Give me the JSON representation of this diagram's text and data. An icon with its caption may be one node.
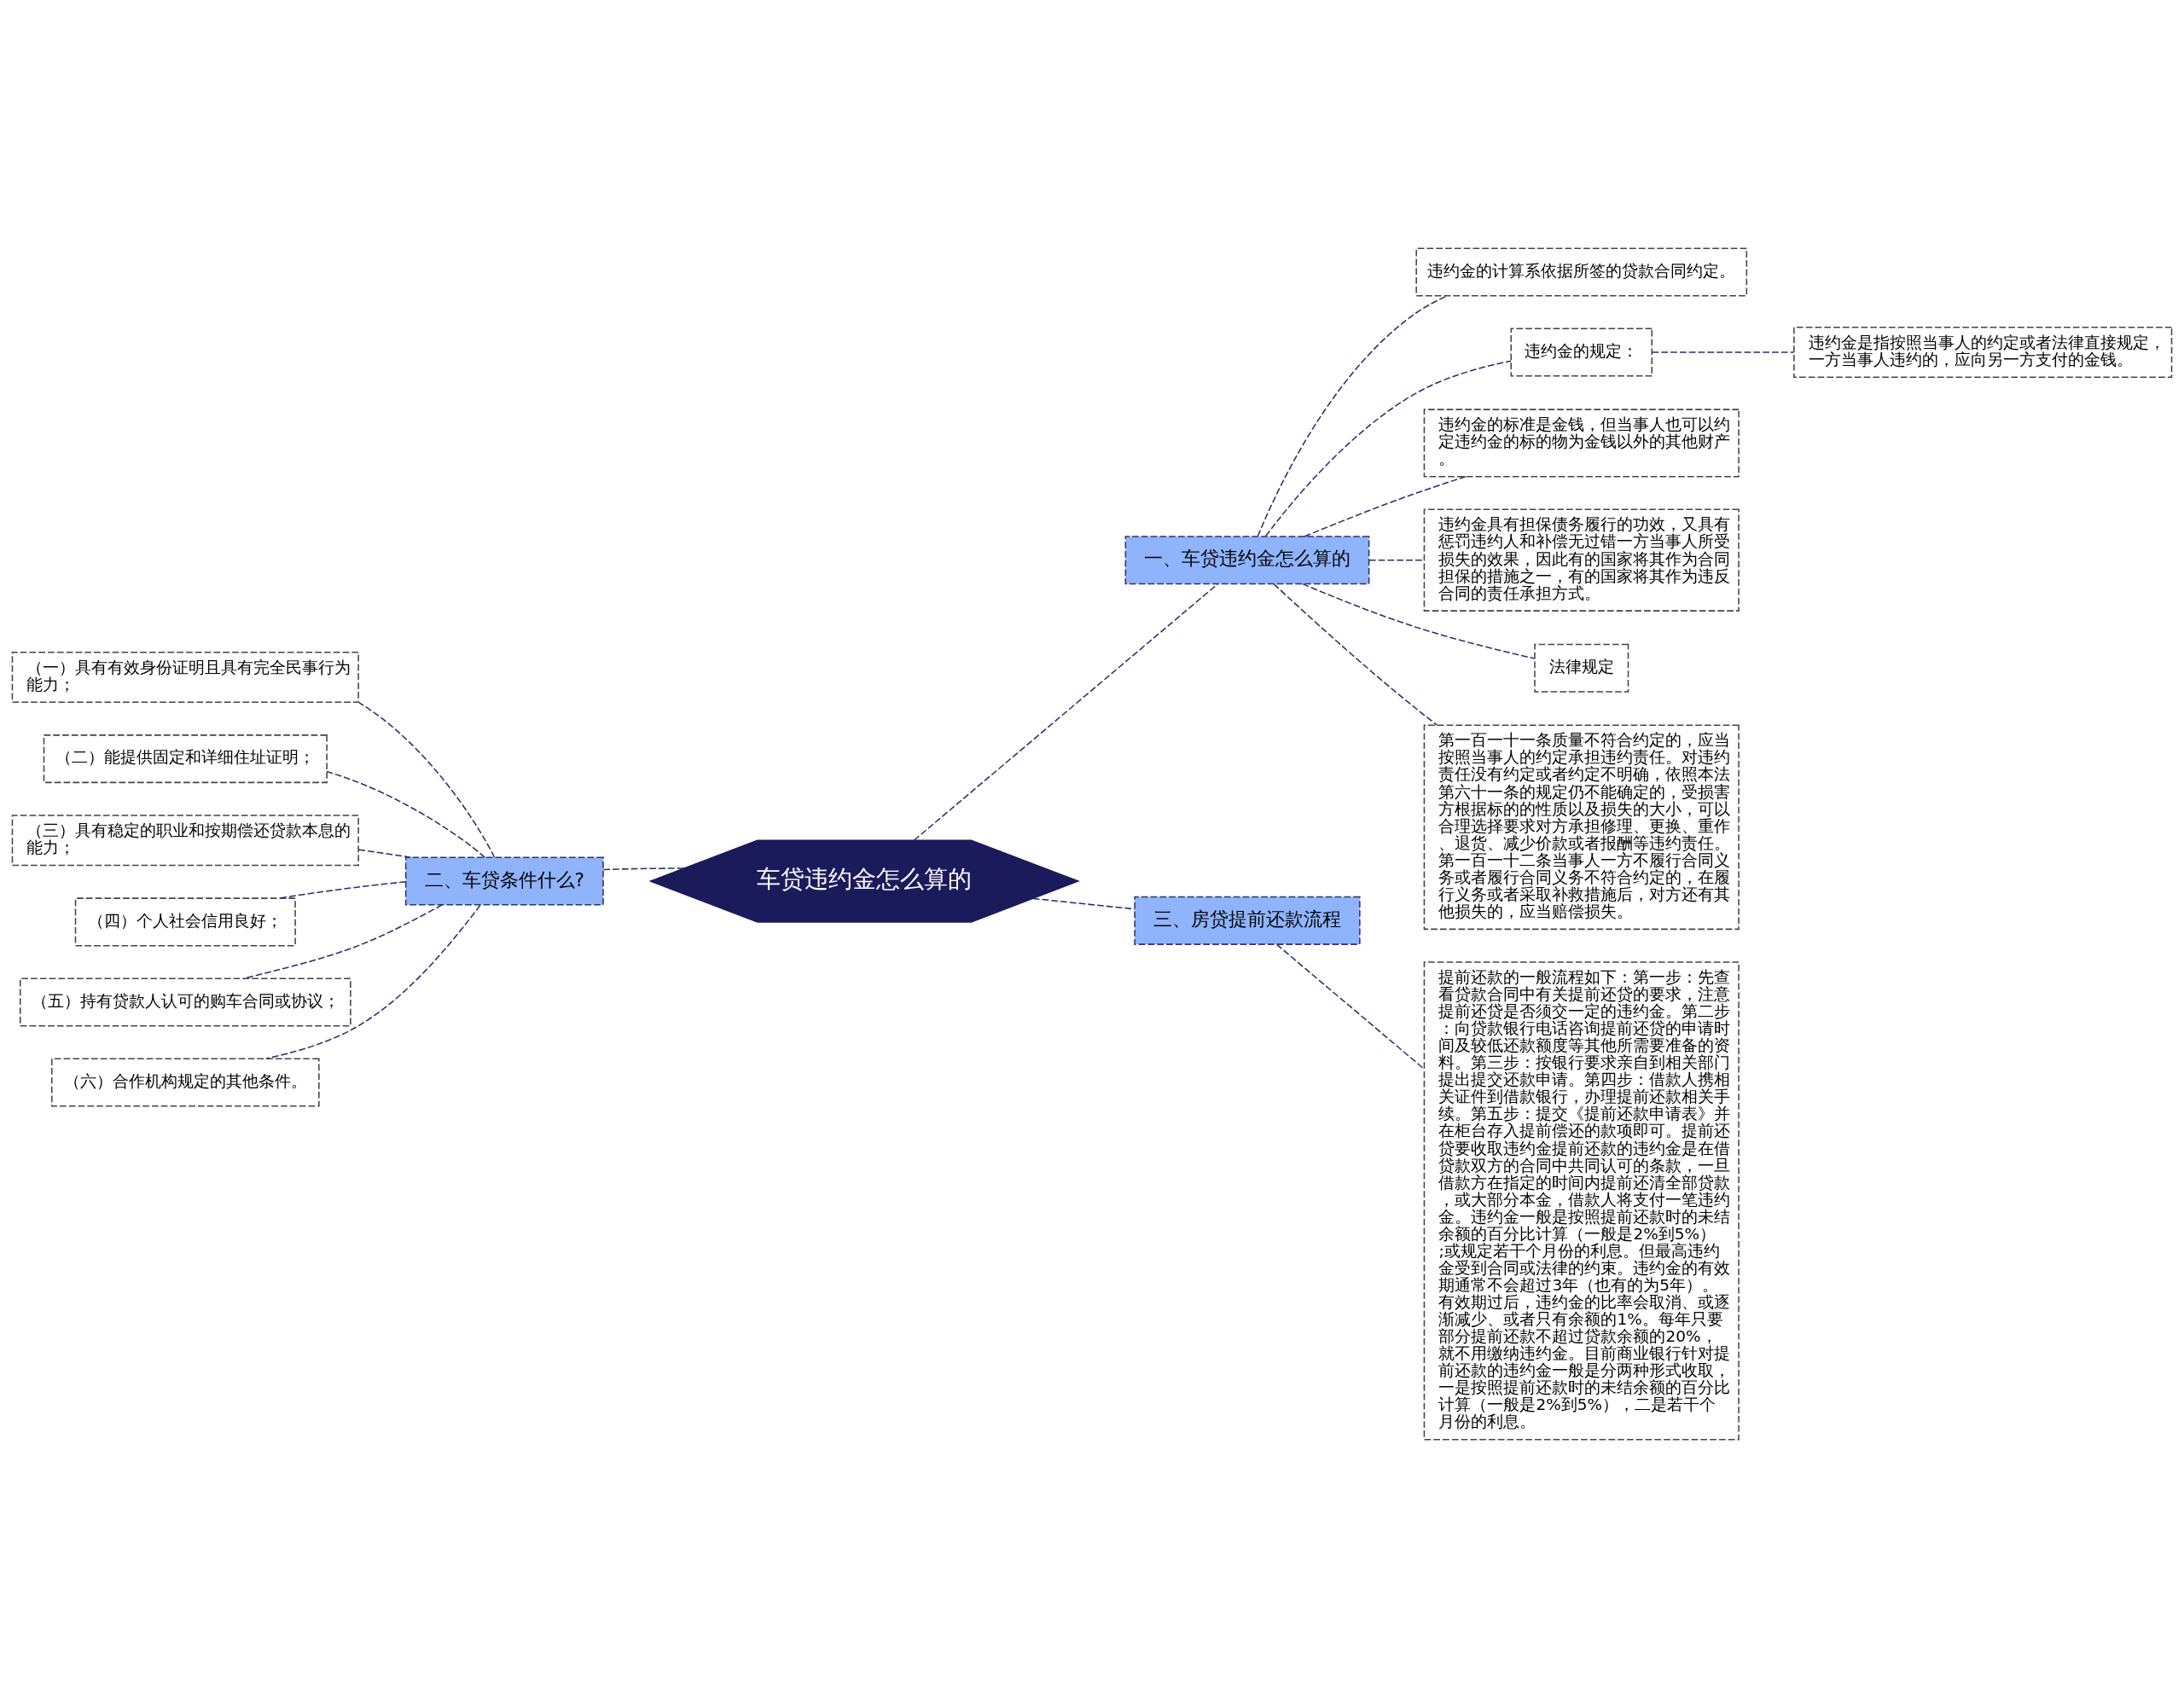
{
  "diagram": {
    "nodes": [
      {
        "text": [
          "车贷违约金怎么算的"
        ]
      },
      {
        "text": [
          "一、车贷违约金怎么算的"
        ]
      },
      {
        "text": [
          "违约金的计算系依据所签的贷款合同约定。"
        ]
      },
      {
        "text": [
          "违约金的规定："
        ]
      },
      {
        "text": [
          "违约金是指按照当事人的约定或者法律直接规定，一方当事人违约的，应向另一方支付的金钱。"
        ]
      },
      {
        "text": [
          "违约金的标准是金钱，但当事人也可以约定违约金的标的物为金钱以外的其他财产。"
        ]
      },
      {
        "text": [
          "违约金具有担保债务履行的功效，又具有惩罚违约人和补偿无过错一方当事人所受损失的效果，因此有的国家将其作为合同担保的措施之一，有的国家将其作为违反合同的责任承担方式。"
        ]
      },
      {
        "text": [
          "法律规定"
        ]
      },
      {
        "text": [
          "第一百一十一条质量不符合约定的，应当按照当事人的约定承担违约责任。对违约责任没有约定或者约定不明确，依照本法第六十一条的规定仍不能确定的，受损害方根据标的的性质以及损失的大小，可以合理选择要求对方承担修理、更换、重作、退货、减少价款或者报酬等违约责任。第一百一十二条当事人一方不履行合同义务或者履行合同义务不符合约定的，在履行义务或者采取补救措施后，对方还有其他损失的，应当赔偿损失。"
        ]
      },
      {
        "text": [
          "二、车贷条件什么?"
        ]
      },
      {
        "text": [
          "（一）具有有效身份证明且具有完全民事行为能力；"
        ]
      },
      {
        "text": [
          "（二）能提供固定和详细住址证明；"
        ]
      },
      {
        "text": [
          "（三）具有稳定的职业和按期偿还贷款本息的能力；"
        ]
      },
      {
        "text": [
          "（四）个人社会信用良好；"
        ]
      },
      {
        "text": [
          "（五）持有贷款人认可的购车合同或协议；"
        ]
      },
      {
        "text": [
          "（六）合作机构规定的其他条件。"
        ]
      },
      {
        "text": [
          "三、房贷提前还款流程"
        ]
      },
      {
        "text": [
          "提前还款的一般流程如下：第一步：先查看贷款合同中有关提前还贷的要求，注意提前还贷是否须交一定的违约金。第二步：向贷款银行电话咨询提前还贷的申请时间及较低还款额度等其他所需要准备的资料。第三步：按银行要求亲自到相关部门提出提交还款申请。第四步：借款人携相关证件到借款银行，办理提前还款相关手续。第五步：提交《提前还款申请表》并在柜台存入提前偿还的款项即可。提前还贷要收取违约金提前还款的违约金是在借贷款双方的合同中共同认可的条款，一旦借款方在指定的时间内提前还清全部贷款，或大部分本金，借款人将支付一笔违约金。违约金一般是按照提前还款时的未结余额的百分比计算（一般是2%到5%）;或规定若干个月份的利息。但最高违约金受到合同或法律的约束。违约金的有效期通常不会超过3年（也有的为5年）。有效期过后，违约金的比率会取消、或逐渐减少、或者只有余额的1%。每年只要部分提前还款不超过贷款余额的20%，就不用缴纳违约金。目前商业银行针对提前还款的违约金一般是分两种形式收取，一是按照提前还款时的未结余额的百分比计算（一般是2%到5%），二是若干个月份的利息。"
        ]
      }
    ],
    "edges": [
      {
        "from": 0,
        "to": 1,
        "arrow": "none",
        "style": "dashed"
      },
      {
        "from": 1,
        "to": 2,
        "arrow": "none",
        "style": "dashed"
      },
      {
        "from": 1,
        "to": 3,
        "arrow": "none",
        "style": "dashed"
      },
      {
        "from": 3,
        "to": 4,
        "arrow": "none",
        "style": "dashed"
      },
      {
        "from": 1,
        "to": 5,
        "arrow": "none",
        "style": "dashed"
      },
      {
        "from": 1,
        "to": 6,
        "arrow": "none",
        "style": "dashed"
      },
      {
        "from": 1,
        "to": 7,
        "arrow": "none",
        "style": "dashed"
      },
      {
        "from": 1,
        "to": 8,
        "arrow": "none",
        "style": "dashed"
      },
      {
        "from": 0,
        "to": 9,
        "arrow": "none",
        "style": "dashed"
      },
      {
        "from": 9,
        "to": 10,
        "arrow": "none",
        "style": "dashed"
      },
      {
        "from": 9,
        "to": 11,
        "arrow": "none",
        "style": "dashed"
      },
      {
        "from": 9,
        "to": 12,
        "arrow": "none",
        "style": "dashed"
      },
      {
        "from": 9,
        "to": 13,
        "arrow": "none",
        "style": "dashed"
      },
      {
        "from": 9,
        "to": 14,
        "arrow": "none",
        "style": "dashed"
      },
      {
        "from": 9,
        "to": 15,
        "arrow": "none",
        "style": "dashed"
      },
      {
        "from": 0,
        "to": 16,
        "arrow": "none",
        "style": "dashed"
      },
      {
        "from": 16,
        "to": 17,
        "arrow": "none",
        "style": "dashed"
      }
    ]
  }
}
